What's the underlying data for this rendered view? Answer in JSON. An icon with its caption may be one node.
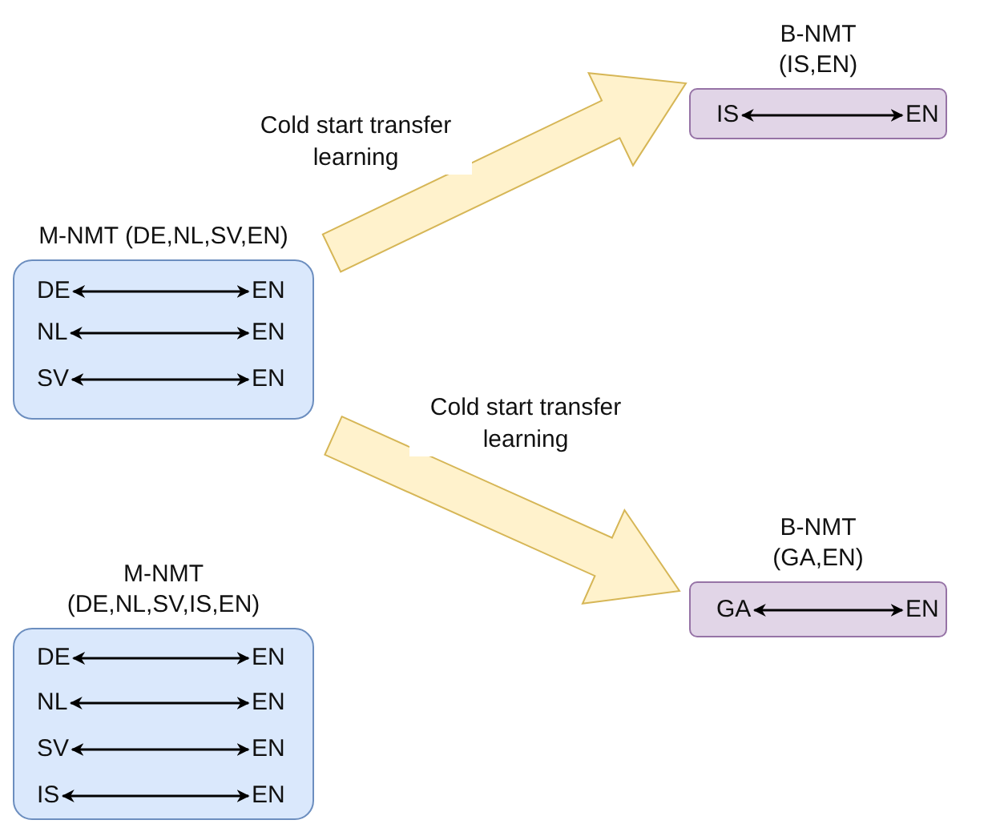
{
  "diagram": {
    "nodes": [
      {
        "text": [
          "M-NMT (DE,NL,SV,EN)"
        ]
      },
      {
        "text": [
          "DE"
        ],
        "in": 0
      },
      {
        "text": [
          "EN"
        ],
        "in": 0
      },
      {
        "text": [
          "NL"
        ],
        "in": 0
      },
      {
        "text": [
          "EN"
        ],
        "in": 0
      },
      {
        "text": [
          "SV"
        ],
        "in": 0
      },
      {
        "text": [
          "EN"
        ],
        "in": 0
      },
      {
        "text": [
          "M-NMT (DE,NL,SV,IS,EN)"
        ]
      },
      {
        "text": [
          "DE"
        ],
        "in": 7
      },
      {
        "text": [
          "EN"
        ],
        "in": 7
      },
      {
        "text": [
          "NL"
        ],
        "in": 7
      },
      {
        "text": [
          "EN"
        ],
        "in": 7
      },
      {
        "text": [
          "SV"
        ],
        "in": 7
      },
      {
        "text": [
          "EN"
        ],
        "in": 7
      },
      {
        "text": [
          "IS"
        ],
        "in": 7
      },
      {
        "text": [
          "EN"
        ],
        "in": 7
      },
      {
        "text": [
          "B-NMT (IS,EN)"
        ]
      },
      {
        "text": [
          "IS"
        ],
        "in": 16
      },
      {
        "text": [
          "EN"
        ],
        "in": 16
      },
      {
        "text": [
          "B-NMT (GA,EN)"
        ]
      },
      {
        "text": [
          "GA"
        ],
        "in": 19
      },
      {
        "text": [
          "EN"
        ],
        "in": 19
      }
    ],
    "edges": [
      {
        "from": 0,
        "to": 16,
        "arrow": "to",
        "label": "Cold start transfer learning",
        "style": "thick",
        "color": "#fff2cc"
      },
      {
        "from": 0,
        "to": 19,
        "arrow": "to",
        "label": "Cold start transfer learning",
        "style": "thick",
        "color": "#fff2cc"
      },
      {
        "from": 1,
        "to": 2,
        "arrow": "both"
      },
      {
        "from": 3,
        "to": 4,
        "arrow": "both"
      },
      {
        "from": 5,
        "to": 6,
        "arrow": "both"
      },
      {
        "from": 8,
        "to": 9,
        "arrow": "both"
      },
      {
        "from": 10,
        "to": 11,
        "arrow": "both"
      },
      {
        "from": 12,
        "to": 13,
        "arrow": "both"
      },
      {
        "from": 14,
        "to": 15,
        "arrow": "both"
      },
      {
        "from": 17,
        "to": 18,
        "arrow": "both"
      },
      {
        "from": 20,
        "to": 21,
        "arrow": "both"
      }
    ]
  }
}
